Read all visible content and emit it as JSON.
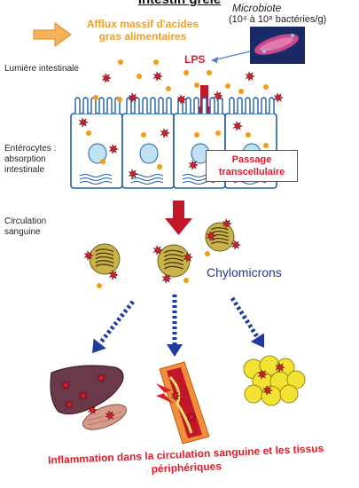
{
  "title": "Intestin grêle",
  "microbiote": {
    "title": "Microbiote",
    "count": "(10⁴ à 10⁸ bactéries/g)"
  },
  "afflux": "Afflux massif d'acides gras alimentaires",
  "lps": "LPS",
  "labels": {
    "lumiere": "Lumière intestinale",
    "enterocytes": "Entérocytes : absorption intestinale",
    "circulation": "Circulation sanguine"
  },
  "passage": "Passage transcellulaire",
  "chylomicrons": "Chylomicrons",
  "inflammation": "Inflammation dans la circulation sanguine et les tissus périphériques",
  "colors": {
    "fat_droplet": "#f39c12",
    "lps": "#e21b2a",
    "arrow_blue": "#1f3a9e",
    "arrow_red": "#c0182a",
    "cell_outline": "#1f5fa8",
    "nucleus": "#bfe3f5",
    "liver": "#6b3a4a",
    "adipocyte": "#f2e233"
  }
}
